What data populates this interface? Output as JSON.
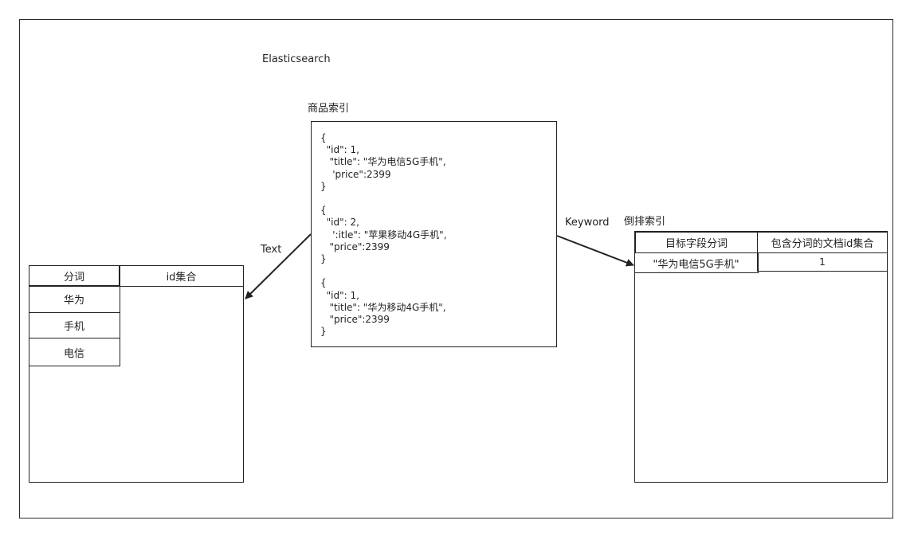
{
  "title": "Elasticsearch",
  "product_index": {
    "label": "商品索引",
    "lines": [
      "{",
      "  \"id\": 1,",
      "   \"title\": \"华为电信5G手机\",",
      "    'price\":2399",
      "}",
      "",
      "{",
      "  \"id\": 2,",
      "    ':itle\": \"苹果移动4G手机\",",
      "   \"price\":2399",
      "}",
      "",
      "{",
      "  \"id\": 1,",
      "   \"title\": \"华为移动4G手机\",",
      "   \"price\":2399",
      "}"
    ]
  },
  "text_arrow_label": "Text",
  "keyword_arrow_label": "Keyword",
  "text_index": {
    "headers": [
      "分词",
      "id集合"
    ],
    "rows": [
      "华为",
      "手机",
      "电信"
    ]
  },
  "keyword_index": {
    "label": "倒排索引",
    "headers": [
      "目标字段分词",
      "包含分词的文档id集合"
    ],
    "rows": [
      [
        "\"华为电信5G手机\"",
        "1"
      ]
    ]
  }
}
